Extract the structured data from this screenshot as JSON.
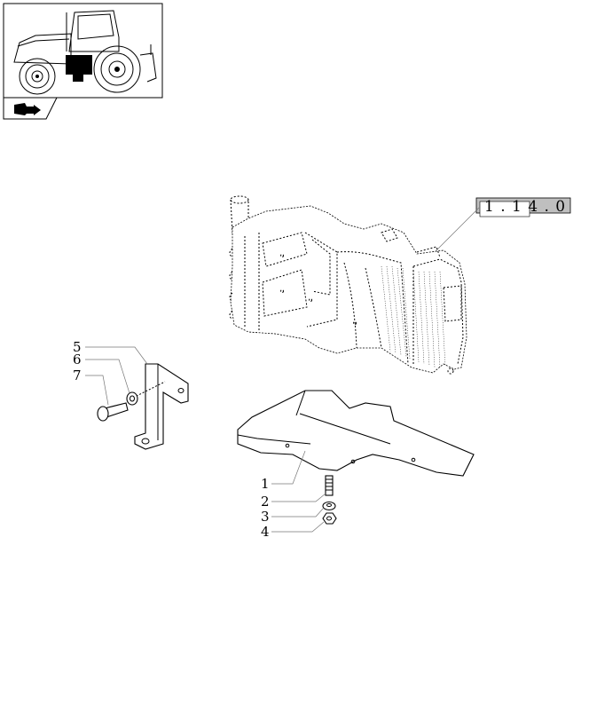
{
  "reference": {
    "label": "1 . 1 4 . 0"
  },
  "callouts": [
    {
      "id": "5",
      "label": "5"
    },
    {
      "id": "6",
      "label": "6"
    },
    {
      "id": "7",
      "label": "7"
    },
    {
      "id": "1",
      "label": "1"
    },
    {
      "id": "2",
      "label": "2"
    },
    {
      "id": "3",
      "label": "3"
    },
    {
      "id": "4",
      "label": "4"
    }
  ],
  "icons": {
    "thumbnail": "tractor-thumbnail-icon",
    "nav": "book-arrow-icon"
  },
  "colors": {
    "reference_box": "#bfbfbf",
    "tractor_highlight": "#000000"
  }
}
